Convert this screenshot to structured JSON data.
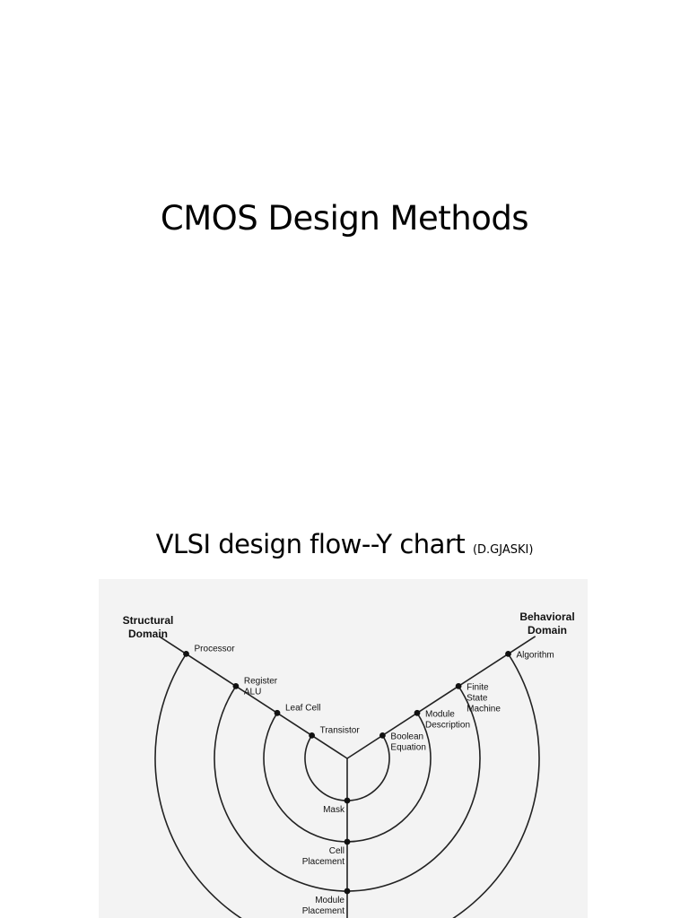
{
  "slide1": {
    "title": "CMOS Design Methods"
  },
  "slide2": {
    "title": "VLSI design flow--Y chart",
    "attribution": "(D.GJASKI)"
  },
  "diagram": {
    "domains": {
      "structural": [
        "Structural",
        "Domain"
      ],
      "behavioral": [
        "Behavioral",
        "Domain"
      ]
    },
    "structural_levels": [
      [
        "Processor"
      ],
      [
        "Register",
        "ALU"
      ],
      [
        "Leaf Cell"
      ],
      [
        "Transistor"
      ]
    ],
    "behavioral_levels": [
      [
        "Algorithm"
      ],
      [
        "Finite",
        "State",
        "Machine"
      ],
      [
        "Module",
        "Description"
      ],
      [
        "Boolean",
        "Equation"
      ]
    ],
    "physical_levels": [
      [
        "Mask"
      ],
      [
        "Cell",
        "Placement"
      ],
      [
        "Module",
        "Placement"
      ]
    ]
  }
}
